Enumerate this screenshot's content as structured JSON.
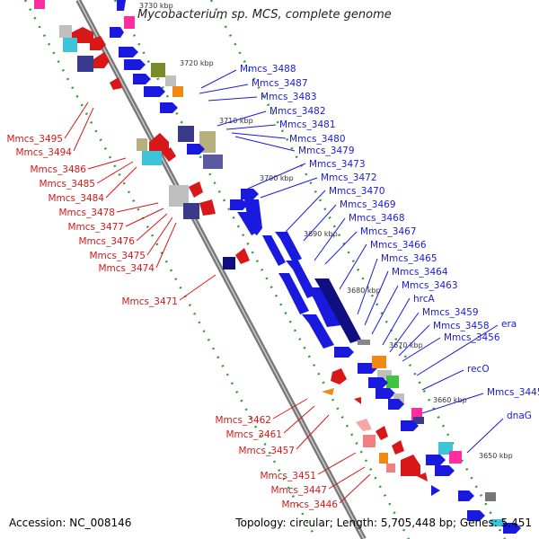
{
  "title": "Mycobacterium sp. MCS, complete genome",
  "footer": {
    "accession": "Accession: NC_008146",
    "topology": "Topology: circular; Length: 5,705,448 bp; Genes: 5,451"
  },
  "colors": {
    "forward": "#1a1adf",
    "reverse": "#d81818",
    "backbone": "#8c8c8c",
    "dots": "#2e9e2e"
  },
  "kbp_marks": [
    "3730 kbp",
    "3720 kbp",
    "3710 kbp",
    "3700 kbp",
    "3690 kbp",
    "3680 kbp",
    "3670 kbp",
    "3660 kbp",
    "3650 kbp"
  ],
  "forward_labels": [
    "Mmcs_3488",
    "Mmcs_3487",
    "Mmcs_3483",
    "Mmcs_3482",
    "Mmcs_3481",
    "Mmcs_3480",
    "Mmcs_3479",
    "Mmcs_3473",
    "Mmcs_3472",
    "Mmcs_3470",
    "Mmcs_3469",
    "Mmcs_3468",
    "Mmcs_3467",
    "Mmcs_3466",
    "Mmcs_3465",
    "Mmcs_3464",
    "Mmcs_3463",
    "hrcA",
    "Mmcs_3459",
    "Mmcs_3458",
    "Mmcs_3456",
    "era",
    "recO",
    "Mmcs_3445",
    "dnaG"
  ],
  "reverse_labels": [
    "Mmcs_3495",
    "Mmcs_3494",
    "Mmcs_3486",
    "Mmcs_3485",
    "Mmcs_3484",
    "Mmcs_3478",
    "Mmcs_3477",
    "Mmcs_3476",
    "Mmcs_3475",
    "Mmcs_3474",
    "Mmcs_3471",
    "Mmcs_3462",
    "Mmcs_3461",
    "Mmcs_3457",
    "Mmcs_3451",
    "Mmcs_3447",
    "Mmcs_3446"
  ]
}
